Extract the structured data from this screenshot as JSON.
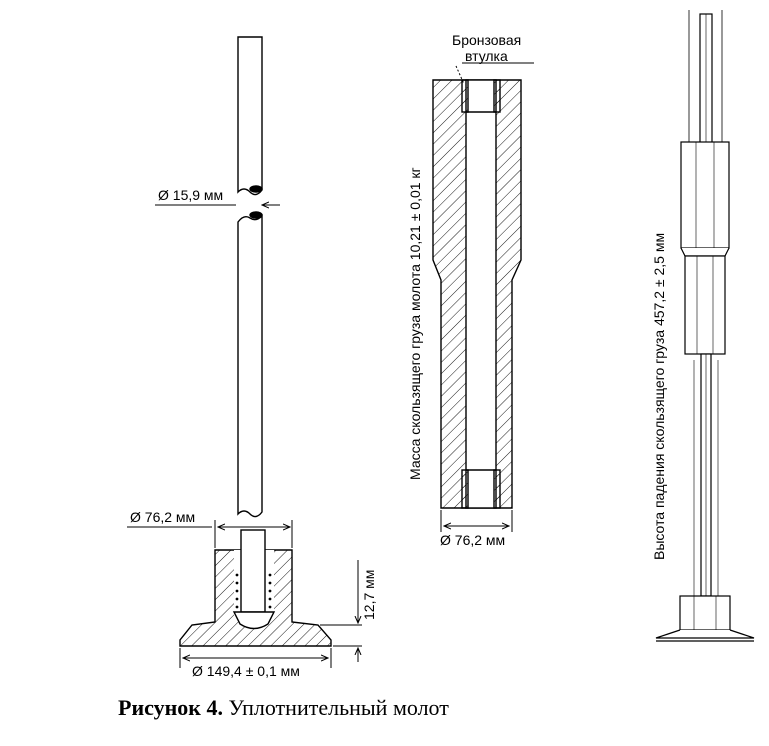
{
  "drawing": {
    "rod_diameter": "Ø 15,9 мм",
    "guide_diameter": "Ø 76,2 мм",
    "collar_height": "12,7 мм",
    "base_diameter": "Ø 149,4 ± 0,1 мм",
    "bushing_label_1": "Бронзовая",
    "bushing_label_2": "втулка",
    "weight_mass": "Масса скользящего груза молота  10,21 ± 0,01 кг",
    "weight_diameter": "Ø 76,2 мм",
    "drop_height": "Высота падения скользящего груза  457,2 ± 2,5 мм"
  },
  "caption": {
    "number": "Рисунок 4.",
    "title": "Уплотнительный молот"
  }
}
